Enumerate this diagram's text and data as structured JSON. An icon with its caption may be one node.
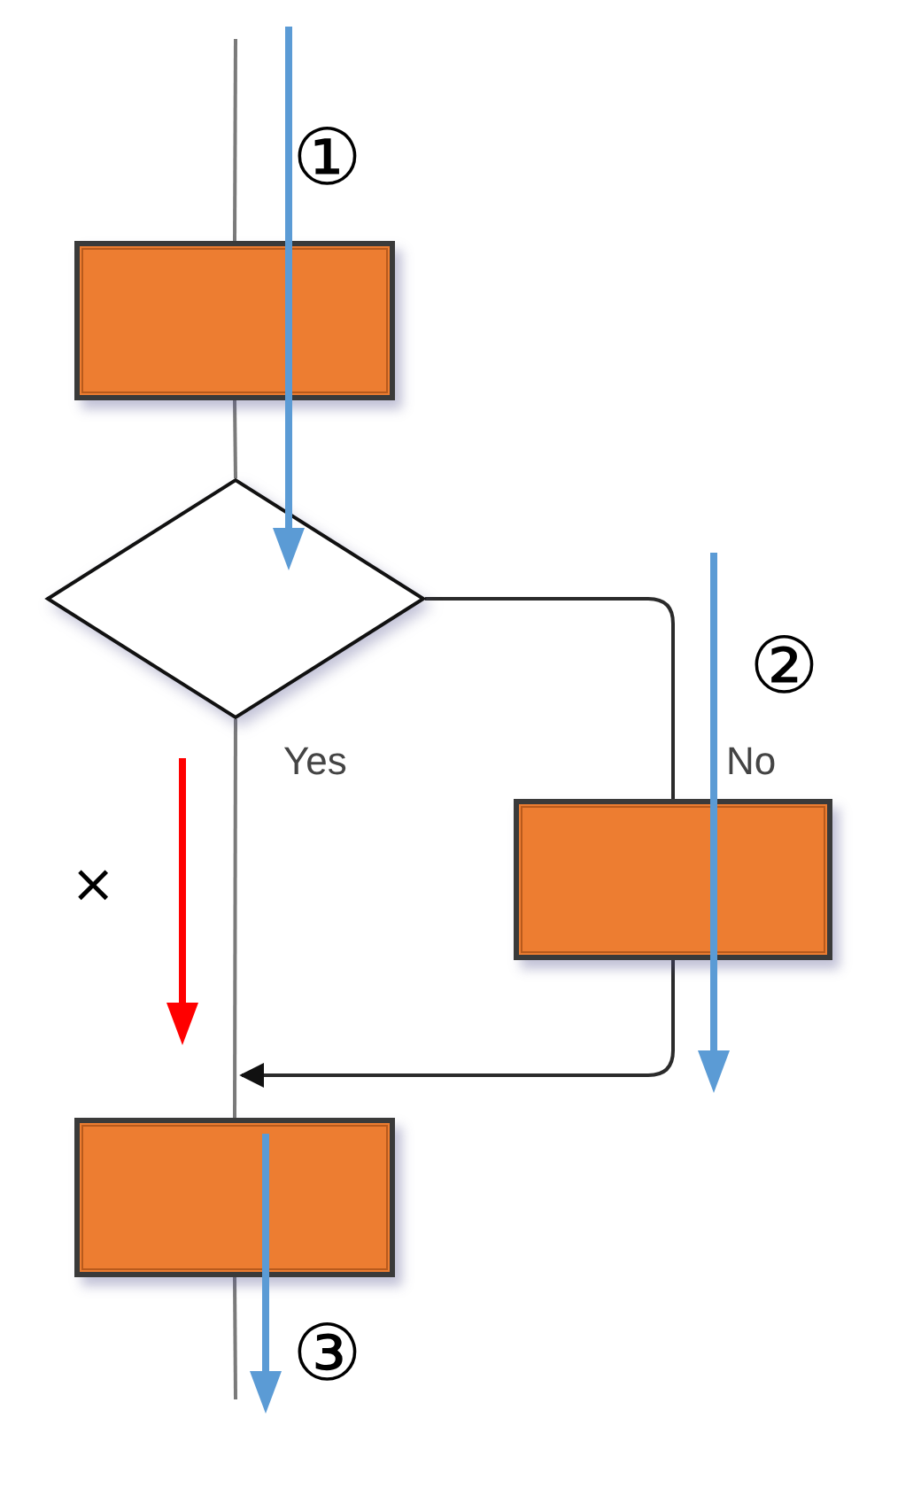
{
  "diagram": {
    "nodes": [
      {
        "text": [],
        "shape": "box"
      },
      {
        "text": [],
        "shape": "diamond"
      },
      {
        "text": [],
        "shape": "box"
      },
      {
        "text": [],
        "shape": "box"
      }
    ],
    "edges": [
      {
        "from": null,
        "to": 0,
        "arrow": "none"
      },
      {
        "from": 0,
        "to": 1,
        "arrow": "none"
      },
      {
        "from": 1,
        "to": 3,
        "arrow": "none",
        "label": "Yes"
      },
      {
        "from": 1,
        "to": 2,
        "arrow": "none",
        "label": "No"
      },
      {
        "from": 2,
        "to": 3,
        "arrow": "to"
      },
      {
        "from": 3,
        "to": null,
        "arrow": "none"
      }
    ],
    "labels": [
      "①",
      "②",
      "×",
      "③"
    ]
  }
}
